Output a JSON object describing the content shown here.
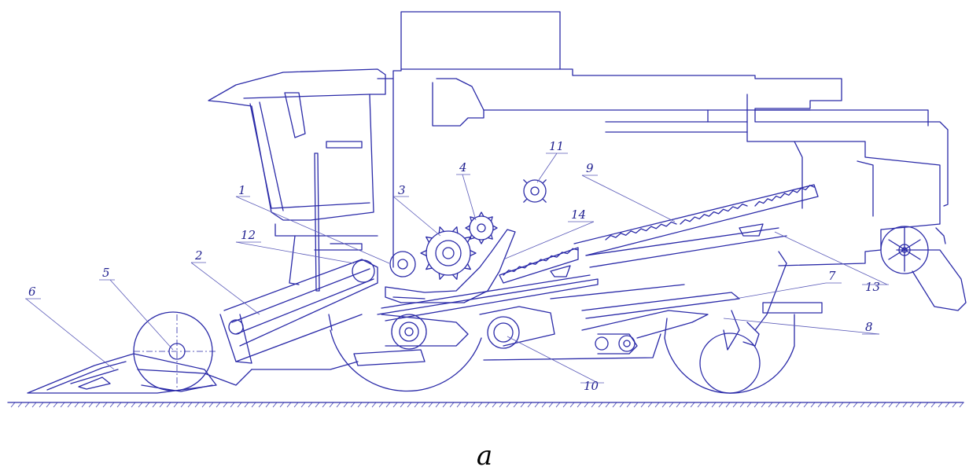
{
  "diagram": {
    "callouts": [
      "1",
      "2",
      "3",
      "4",
      "5",
      "6",
      "7",
      "8",
      "9",
      "10",
      "11",
      "12",
      "13",
      "14"
    ],
    "caption": "a"
  },
  "colors": {
    "line": "#2a2aa8",
    "caption": "#000000"
  }
}
